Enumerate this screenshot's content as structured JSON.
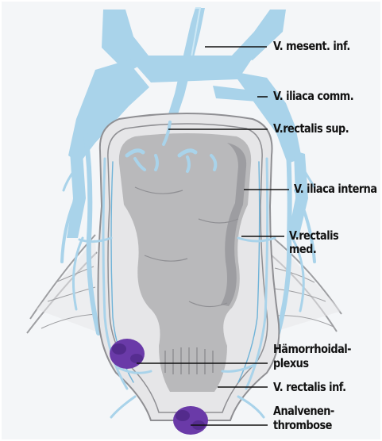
{
  "colors": {
    "vein": "#a9d3ea",
    "vein_dark": "#6fb3d8",
    "vein_light": "#cde8f5",
    "rectum": "#b9b9bb",
    "rectum_dark": "#8f8f93",
    "rectum_shadow": "#9d9da1",
    "wall": "#e6e6e8",
    "plexus": "#6a3aa8",
    "plexus_dark": "#3f1f74",
    "background": "#ffffff",
    "panel": "#f4f6f8",
    "leader": "#111111"
  },
  "labels": {
    "mesenterica": "V. mesent. inf.",
    "iliaca_comm": "V. iliaca comm.",
    "rectalis_sup": "V.rectalis sup.",
    "iliaca_interna": "V. iliaca interna",
    "rectalis_med_1": "V.rectalis",
    "rectalis_med_2": "med.",
    "haemorrhoidal_1": "Hämorrhoidal-",
    "haemorrhoidal_2": "plexus",
    "rectalis_inf": "V. rectalis inf.",
    "thrombose_1": "Analvenen-",
    "thrombose_2": "thrombose"
  }
}
